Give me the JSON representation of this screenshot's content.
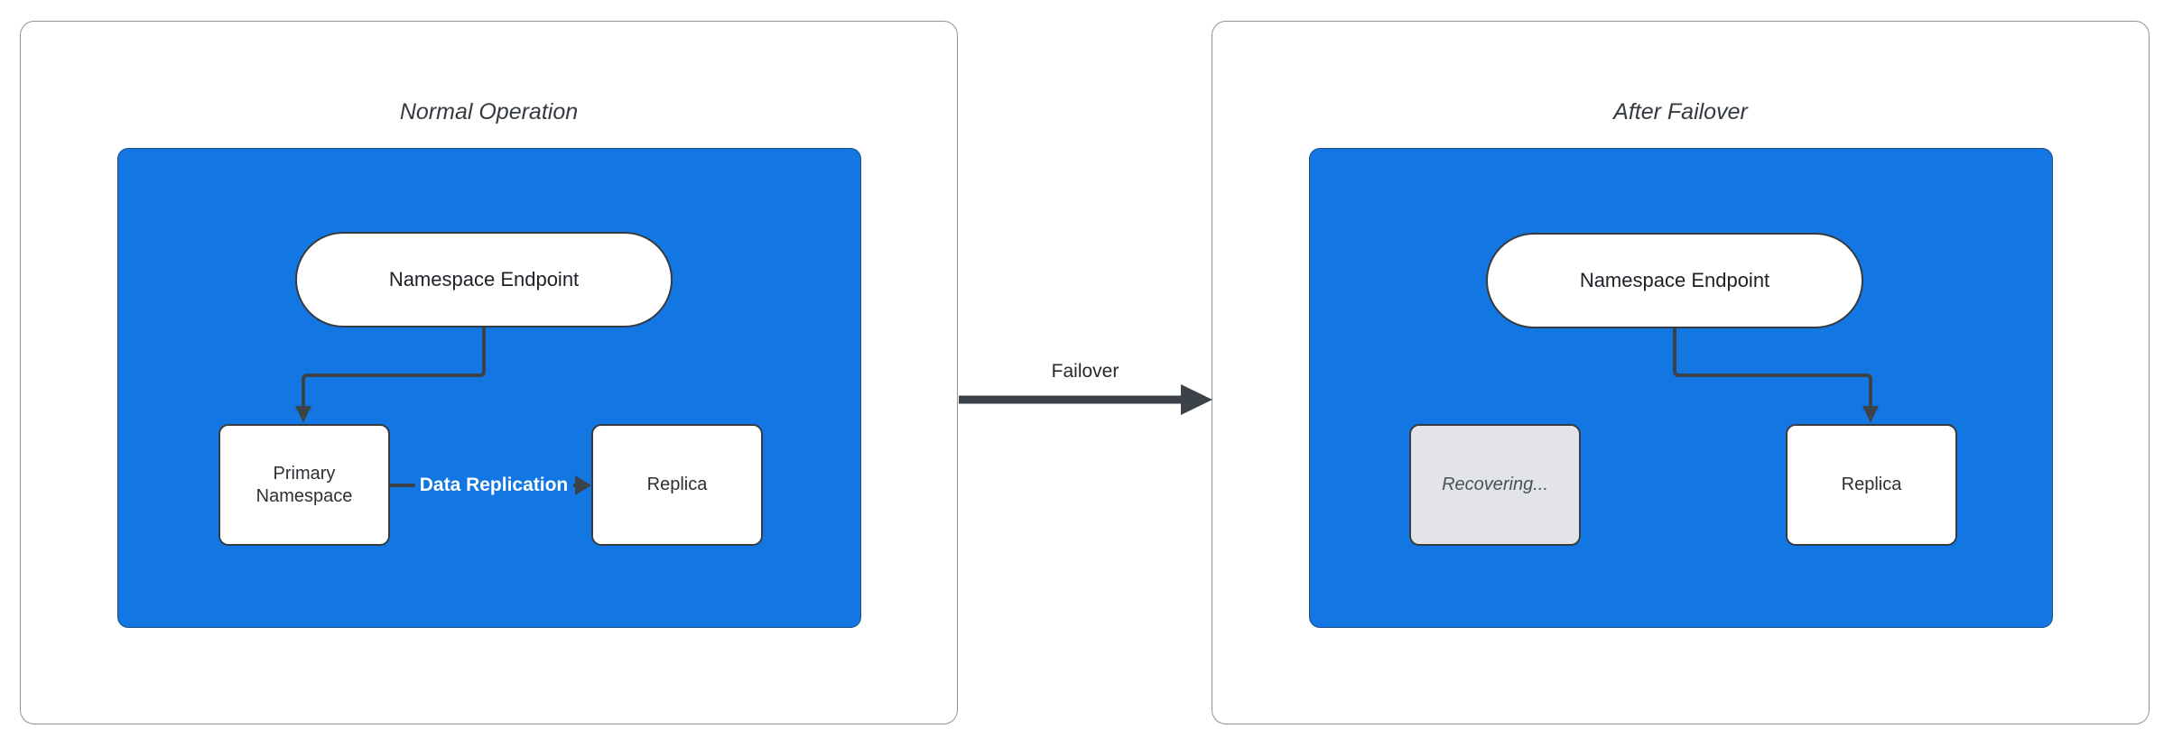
{
  "diagram": {
    "transition": {
      "label": "Failover"
    },
    "panels": [
      {
        "title": "Normal Operation",
        "cluster": {
          "endpoint_label": "Namespace Endpoint",
          "primary_label": "Primary Namespace",
          "replica_label": "Replica",
          "replication_edge_label": "Data Replication"
        }
      },
      {
        "title": "After Failover",
        "cluster": {
          "endpoint_label": "Namespace Endpoint",
          "recovering_label": "Recovering...",
          "replica_label": "Replica"
        }
      }
    ],
    "colors": {
      "cluster_fill": "#1277E3",
      "node_fill": "#FFFFFF",
      "recovering_node_fill": "#E2E4E7",
      "node_border": "#363B42",
      "connector": "#3C4249",
      "replication_label_color": "#FFFFFF",
      "title_color": "#343A40",
      "panel_border": "#8F9296"
    }
  }
}
